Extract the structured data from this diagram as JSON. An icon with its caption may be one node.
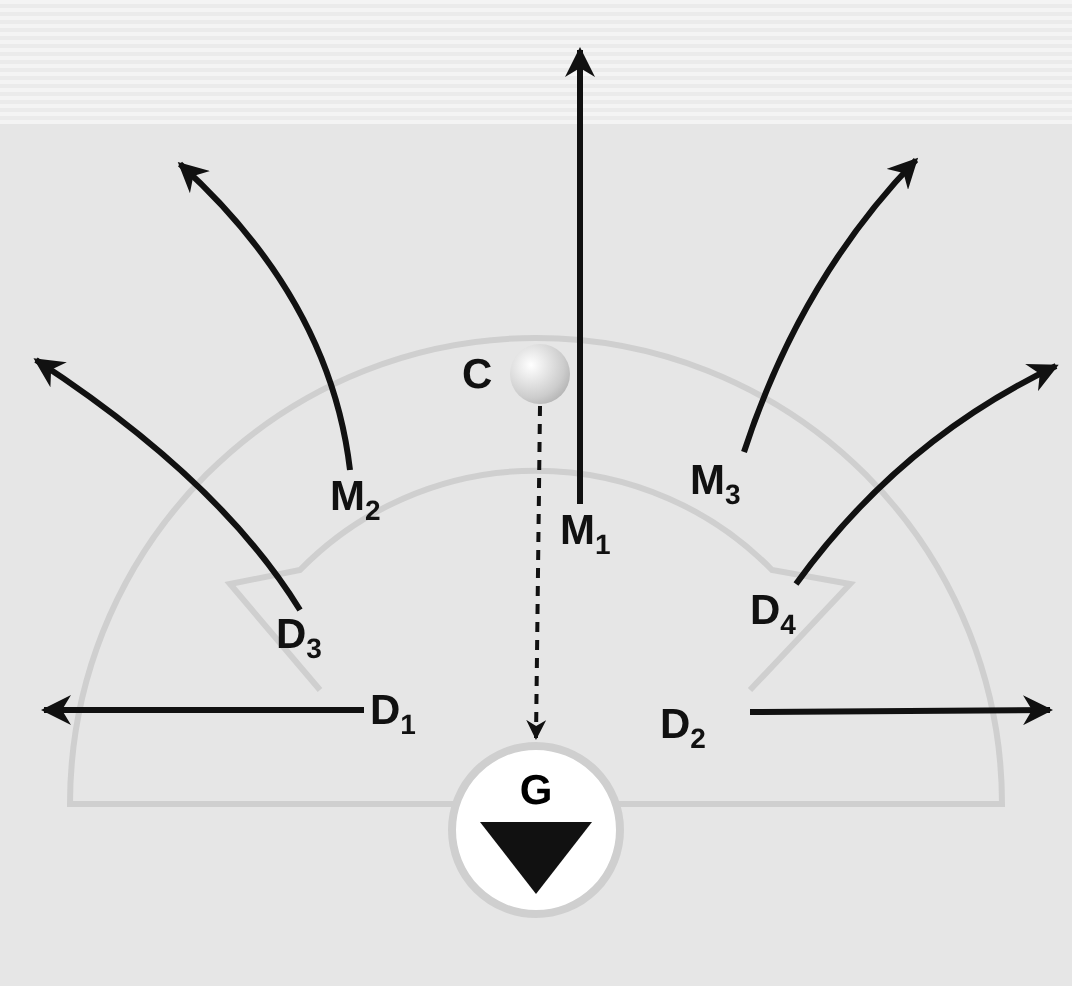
{
  "diagram": {
    "nodes": [
      {
        "text": [],
        "shape": "circle",
        "beside": [
          "C"
        ]
      },
      {
        "text": [
          "M$_{1}$"
        ]
      },
      {
        "text": [
          "M$_{2}$"
        ]
      },
      {
        "text": [
          "M$_{3}$"
        ]
      },
      {
        "text": [
          "D$_{3}$"
        ]
      },
      {
        "text": [
          "D$_{4}$"
        ]
      },
      {
        "text": [
          "D$_{1}$"
        ]
      },
      {
        "text": [
          "D$_{2}$"
        ]
      },
      {
        "text": [
          "G"
        ]
      }
    ],
    "edges": [
      {
        "from": 0,
        "to": 8,
        "arrow": "to",
        "style": "dashed"
      },
      {
        "from": 1,
        "to": null,
        "arrow": "to"
      },
      {
        "from": 2,
        "to": null,
        "arrow": "to"
      },
      {
        "from": 3,
        "to": null,
        "arrow": "to"
      },
      {
        "from": 4,
        "to": null,
        "arrow": "to"
      },
      {
        "from": 5,
        "to": null,
        "arrow": "to"
      },
      {
        "from": 6,
        "to": null,
        "arrow": "to"
      },
      {
        "from": 7,
        "to": null,
        "arrow": "to"
      }
    ]
  }
}
